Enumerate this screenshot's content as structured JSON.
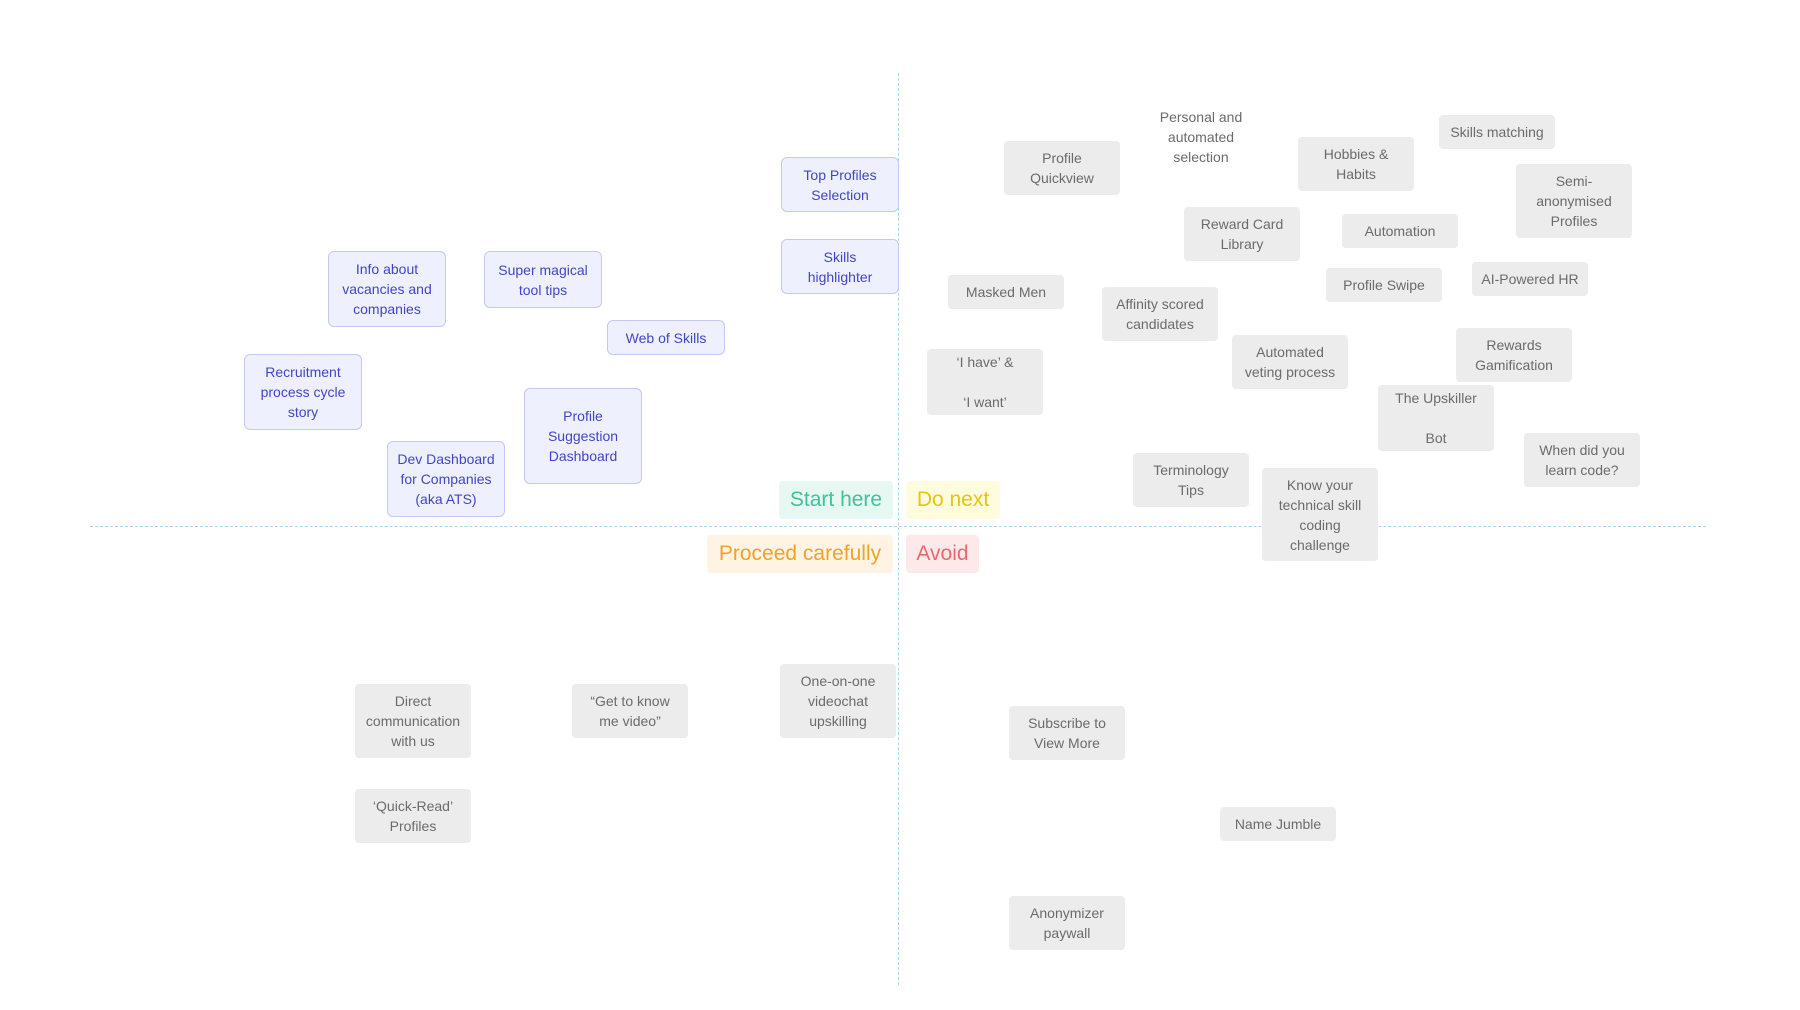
{
  "quadrant_labels": {
    "start_here": "Start here",
    "do_next": "Do next",
    "proceed_carefully": "Proceed carefully",
    "avoid": "Avoid"
  },
  "colors": {
    "axis": "#a9d4ec",
    "blue_note_bg": "#eff0fd",
    "blue_note_text": "#4146c4",
    "grey_note_bg": "#ececec",
    "grey_note_text": "#6b6b6b",
    "start_here": "#3fc39d",
    "do_next": "#e6c510",
    "proceed_carefully": "#f0a229",
    "avoid": "#e66a70"
  },
  "notes": {
    "top_profiles": "Top Profiles\nSelection",
    "skills_highlighter": "Skills\nhighlighter",
    "info_vacancies": "Info about\nvacancies and\ncompanies",
    "super_magical": "Super magical\ntool tips",
    "web_of_skills": "Web of Skills",
    "recruitment_story": "Recruitment\nprocess cycle\nstory",
    "profile_suggestion": "Profile\nSuggestion\nDashboard",
    "dev_dashboard": "Dev Dashboard\nfor Companies\n(aka ATS)",
    "profile_quickview": "Profile\nQuickview",
    "personal_automated": "Personal and\nautomated\nselection",
    "hobbies_habits": "Hobbies &\nHabits",
    "skills_matching": "Skills matching",
    "semi_anonymised": "Semi-\nanonymised\nProfiles",
    "reward_card": "Reward Card\nLibrary",
    "automation": "Automation",
    "masked_men": "Masked Men",
    "profile_swipe": "Profile Swipe",
    "ai_powered_hr": "AI-Powered HR",
    "affinity_scored": "Affinity scored\ncandidates",
    "i_have_i_want": "‘I have’ &\n\n‘I want’",
    "automated_veting": "Automated\nveting process",
    "rewards_gamification": "Rewards\nGamification",
    "upskiller_bot": "The Upskiller\n\nBot",
    "when_learn_code": "When did you\nlearn code?",
    "terminology_tips": "Terminology\nTips",
    "know_technical": "Know your\ntechnical skill\ncoding\nchallenge",
    "direct_communication": "Direct\ncommunication\nwith us",
    "get_to_know": "“Get to know\nme video”",
    "one_on_one": "One-on-one\nvideochat\nupskilling",
    "quick_read": "‘Quick-Read’\nProfiles",
    "subscribe_view": "Subscribe to\nView More",
    "name_jumble": "Name Jumble",
    "anonymizer_paywall": "Anonymizer\npaywall"
  }
}
